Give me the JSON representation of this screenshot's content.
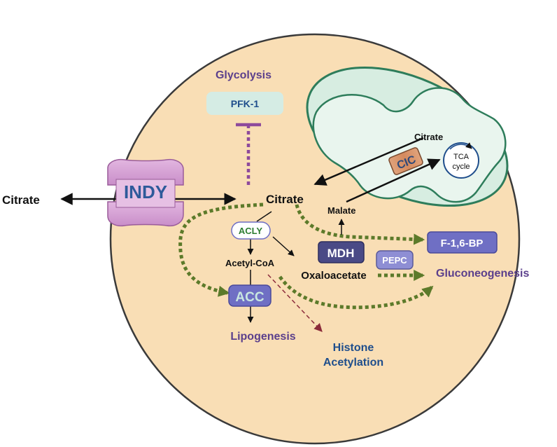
{
  "labels": {
    "glycolysis": "Glycolysis",
    "pfk1": "PFK-1",
    "citrate_outside": "Citrate",
    "indy": "INDY",
    "citrate_cyto": "Citrate",
    "citrate_mito": "Citrate",
    "cic": "CIC",
    "tca_line1": "TCA",
    "tca_line2": "cycle",
    "malate": "Malate",
    "acly": "ACLY",
    "acetyl_coa": "Acetyl-CoA",
    "mdh": "MDH",
    "oxaloacetate": "Oxaloacetate",
    "pepc": "PEPC",
    "f16bp": "F-1,6-BP",
    "gluconeogenesis": "Gluconeogenesis",
    "acc": "ACC",
    "lipogenesis": "Lipogenesis",
    "histone_line1": "Histone",
    "histone_line2": "Acetylation"
  },
  "colors": {
    "cell_fill": "#f9deb5",
    "cell_stroke": "#3a3a3a",
    "mito_outer": "#d7ede1",
    "mito_stroke": "#2e7d5b",
    "inhibition": "#8e4a9c",
    "green_arrow": "#5c7a2a",
    "histone_arrow": "#8b2a3a",
    "purple_text": "#5b3f8c",
    "blue_text": "#1f4e8c",
    "green_text": "#2e7d32",
    "enzyme_purple": "#6f6fc4",
    "mdh_fill": "#4a4a86"
  }
}
